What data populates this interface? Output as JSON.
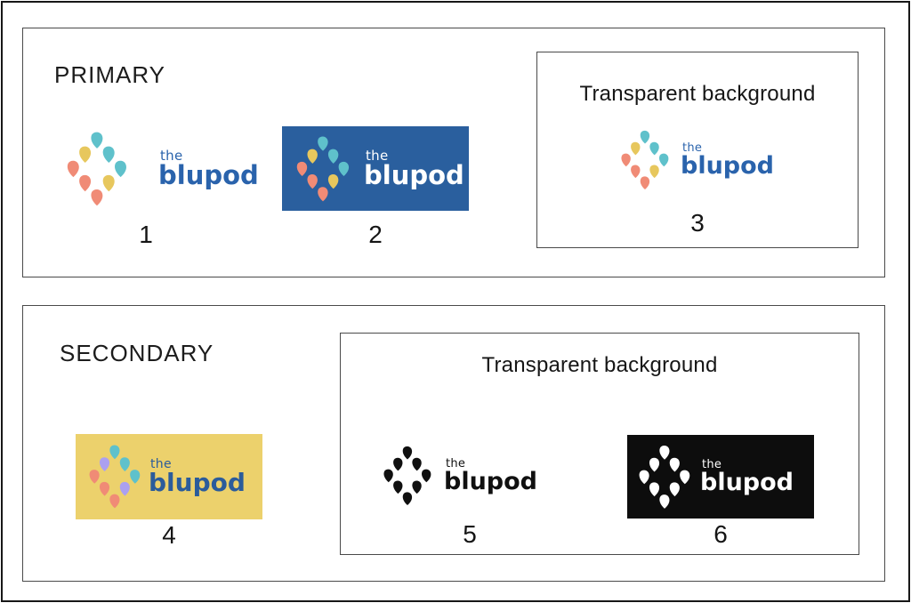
{
  "brand": {
    "prefix": "the",
    "name": "blupod"
  },
  "colors": {
    "teal": "#5FC1CB",
    "yellow": "#E7C75D",
    "coral": "#F08B76",
    "lavender": "#ABA0F0",
    "blue_panel": "#2A5F9E",
    "yellow_panel": "#ECD16C",
    "black_panel": "#0D0D0D",
    "wordmark_blue": "#2A63AC",
    "white": "#FFFFFF"
  },
  "sheet": {
    "sections": {
      "primary": {
        "label": "PRIMARY",
        "transparent_label": "Transparent background",
        "numbers": [
          "1",
          "2",
          "3"
        ]
      },
      "secondary": {
        "label": "SECONDARY",
        "transparent_label": "Transparent background",
        "numbers": [
          "4",
          "5",
          "6"
        ]
      }
    }
  },
  "logos": {
    "1": {
      "petals": [
        "#5FC1CB",
        "#5FC1CB",
        "#5FC1CB",
        "#E7C75D",
        "#F08B76",
        "#F08B76",
        "#F08B76",
        "#E7C75D"
      ],
      "text_color": "#2A63AC",
      "panel": null
    },
    "2": {
      "petals": [
        "#5FC1CB",
        "#5FC1CB",
        "#5FC1CB",
        "#E7C75D",
        "#F08B76",
        "#F08B76",
        "#F08B76",
        "#E7C75D"
      ],
      "text_color": "#FFFFFF",
      "panel": "#2A5F9E"
    },
    "3": {
      "petals": [
        "#5FC1CB",
        "#5FC1CB",
        "#5FC1CB",
        "#E7C75D",
        "#F08B76",
        "#F08B76",
        "#F08B76",
        "#E7C75D"
      ],
      "text_color": "#2A63AC",
      "panel": null
    },
    "4": {
      "petals": [
        "#5FC1CB",
        "#5FC1CB",
        "#5FC1CB",
        "#ABA0F0",
        "#F08B76",
        "#F08B76",
        "#F08B76",
        "#ABA0F0"
      ],
      "text_color": "#2B5C9B",
      "panel": "#ECD16C"
    },
    "5": {
      "petals": [
        "#101010",
        "#101010",
        "#101010",
        "#101010",
        "#101010",
        "#101010",
        "#101010",
        "#101010"
      ],
      "text_color": "#101010",
      "panel": null
    },
    "6": {
      "petals": [
        "#FFFFFF",
        "#FFFFFF",
        "#FFFFFF",
        "#FFFFFF",
        "#FFFFFF",
        "#FFFFFF",
        "#FFFFFF",
        "#FFFFFF"
      ],
      "text_color": "#FFFFFF",
      "panel": "#0D0D0D"
    }
  }
}
